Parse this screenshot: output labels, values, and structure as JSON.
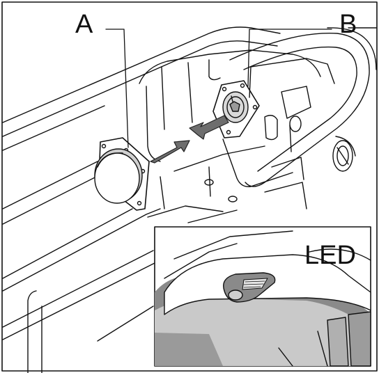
{
  "callouts": {
    "a": "A",
    "b": "B",
    "led": "LED"
  },
  "colors": {
    "line": "#111111",
    "arrow_fill": "#6e6e6e",
    "dark_plastic": "#8a8a8a",
    "light_plastic": "#c9c9c9",
    "background": "#ffffff"
  }
}
